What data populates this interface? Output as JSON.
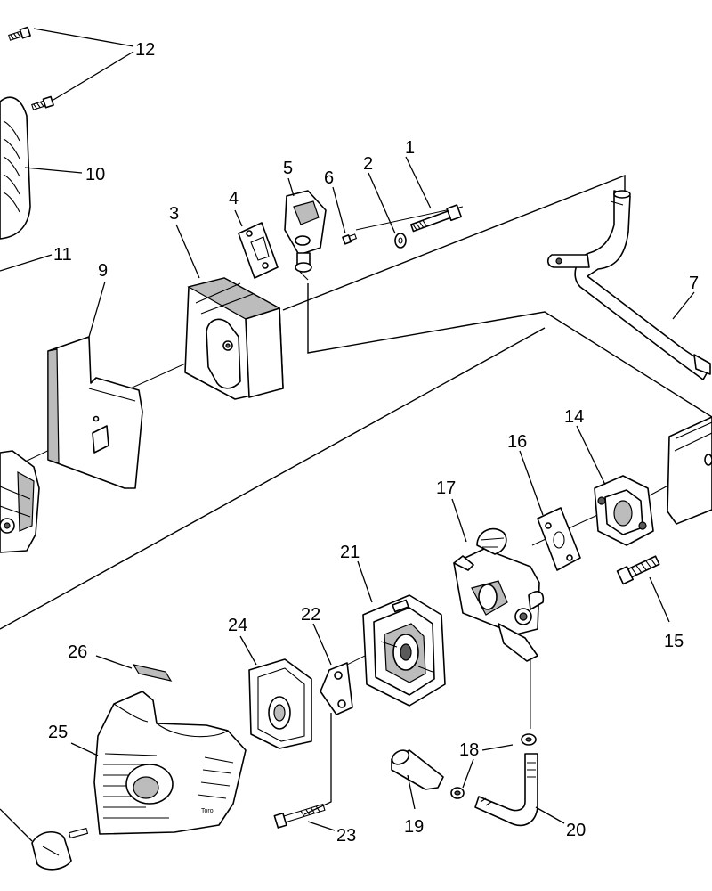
{
  "diagram": {
    "callouts": [
      {
        "label": "1"
      },
      {
        "label": "2"
      },
      {
        "label": "3"
      },
      {
        "label": "4"
      },
      {
        "label": "5"
      },
      {
        "label": "6"
      },
      {
        "label": "7"
      },
      {
        "label": "9"
      },
      {
        "label": "10"
      },
      {
        "label": "11"
      },
      {
        "label": "12"
      },
      {
        "label": "14"
      },
      {
        "label": "15"
      },
      {
        "label": "16"
      },
      {
        "label": "17"
      },
      {
        "label": "18"
      },
      {
        "label": "19"
      },
      {
        "label": "20"
      },
      {
        "label": "21"
      },
      {
        "label": "22"
      },
      {
        "label": "23"
      },
      {
        "label": "24"
      },
      {
        "label": "25"
      },
      {
        "label": "26"
      }
    ],
    "cover_brand": "Toro"
  }
}
